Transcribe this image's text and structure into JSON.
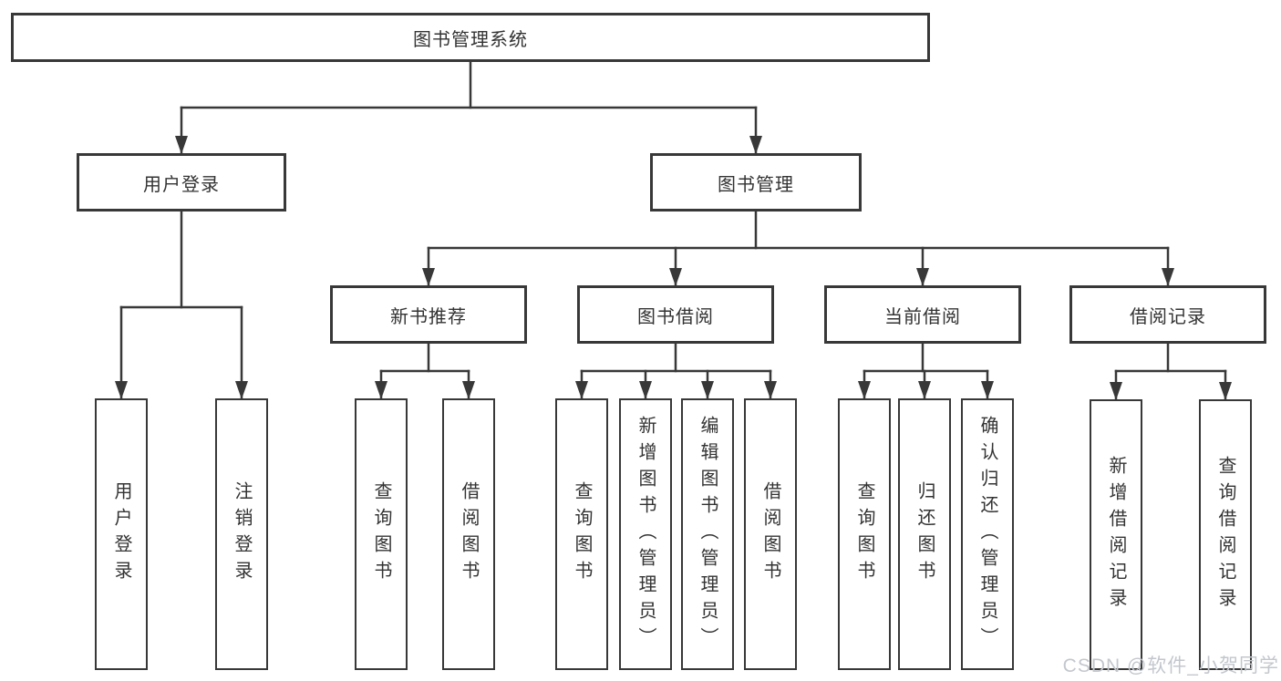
{
  "diagram": {
    "tree": {
      "root": {
        "label": "图书管理系统",
        "children": [
          {
            "label": "用户登录",
            "children": [
              {
                "label": "用户登录"
              },
              {
                "label": "注销登录"
              }
            ]
          },
          {
            "label": "图书管理",
            "children": [
              {
                "label": "新书推荐",
                "children": [
                  {
                    "label": "查询图书"
                  },
                  {
                    "label": "借阅图书"
                  }
                ]
              },
              {
                "label": "图书借阅",
                "children": [
                  {
                    "label": "查询图书"
                  },
                  {
                    "label": "新增图书（管理员）"
                  },
                  {
                    "label": "编辑图书（管理员）"
                  },
                  {
                    "label": "借阅图书"
                  }
                ]
              },
              {
                "label": "当前借阅",
                "children": [
                  {
                    "label": "查询图书"
                  },
                  {
                    "label": "归还图书"
                  },
                  {
                    "label": "确认归还（管理员）"
                  }
                ]
              },
              {
                "label": "借阅记录",
                "children": [
                  {
                    "label": "新增借阅记录"
                  },
                  {
                    "label": "查询借阅记录"
                  }
                ]
              }
            ]
          }
        ]
      }
    },
    "watermark": {
      "text": "CSDN @软件_小贺同学"
    },
    "colors": {
      "background": "#ffffff",
      "box_fill": "#ffffff",
      "border_and_lines": "#383838",
      "text": "#333333",
      "watermark_text": "#c3c7cd"
    }
  }
}
